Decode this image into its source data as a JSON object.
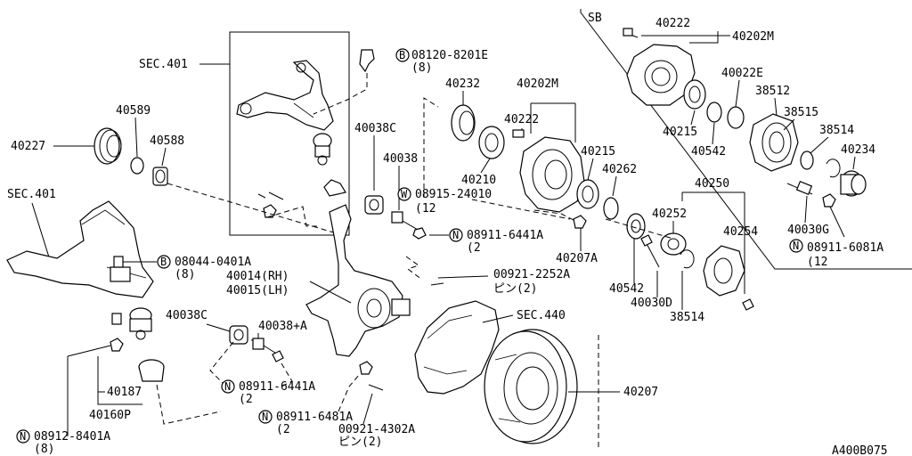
{
  "labels": {
    "sb": "SB",
    "p40222_top": "40222",
    "p40202m_top": "40202M",
    "p40022e": "40022E",
    "p38512": "38512",
    "p38515": "38515",
    "p38514_right": "38514",
    "p40234": "40234",
    "p40215_right": "40215",
    "p40542_right": "40542",
    "p40030g": "40030G",
    "n08911_6081a": "08911-6081A",
    "n08911_6081a_qty": "(12",
    "sec401_top": "SEC.401",
    "b08120_8201e": "08120-8201E",
    "b08120_8201e_qty": "(8)",
    "p40589": "40589",
    "p40588": "40588",
    "p40227": "40227",
    "sec401_left": "SEC.401",
    "p40232": "40232",
    "p40202m_mid": "40202M",
    "p40222_mid": "40222",
    "p40038c_top": "40038C",
    "p40038": "40038",
    "p40210": "40210",
    "p40215_mid": "40215",
    "p40262": "40262",
    "w08915_24010": "08915-24010",
    "w08915_24010_qty": "(12",
    "p40250": "40250",
    "p40252": "40252",
    "p40254": "40254",
    "n08911_6441a_mid": "08911-6441A",
    "n08911_6441a_mid_qty": "(2",
    "p40207a": "40207A",
    "b08044_0401a": "08044-0401A",
    "b08044_0401a_qty": "(8)",
    "p40014": "40014(RH)",
    "p40015": "40015(LH)",
    "p00921_2252a": "00921-2252A",
    "pin_2252a": "ピン(2)",
    "p40542_mid": "40542",
    "p40030d": "40030D",
    "p38514_mid": "38514",
    "p40038c_low": "40038C",
    "p40038a": "40038+A",
    "sec440": "SEC.440",
    "p40187": "40187",
    "p40160p": "40160P",
    "n08911_6441a_low": "08911-6441A",
    "n08911_6441a_low_qty": "(2",
    "p40207": "40207",
    "n08911_6481a": "08911-6481A",
    "n08911_6481a_qty": "(2",
    "p00921_4302a": "00921-4302A",
    "pin_4302a": "ピン(2)",
    "n08912_8401a": "08912-8401A",
    "n08912_8401a_qty": "(8)",
    "figure_code": "A400B075"
  },
  "symbols": {
    "bolt_prefix": "B",
    "nut_prefix": "N",
    "washer_prefix": "W"
  }
}
